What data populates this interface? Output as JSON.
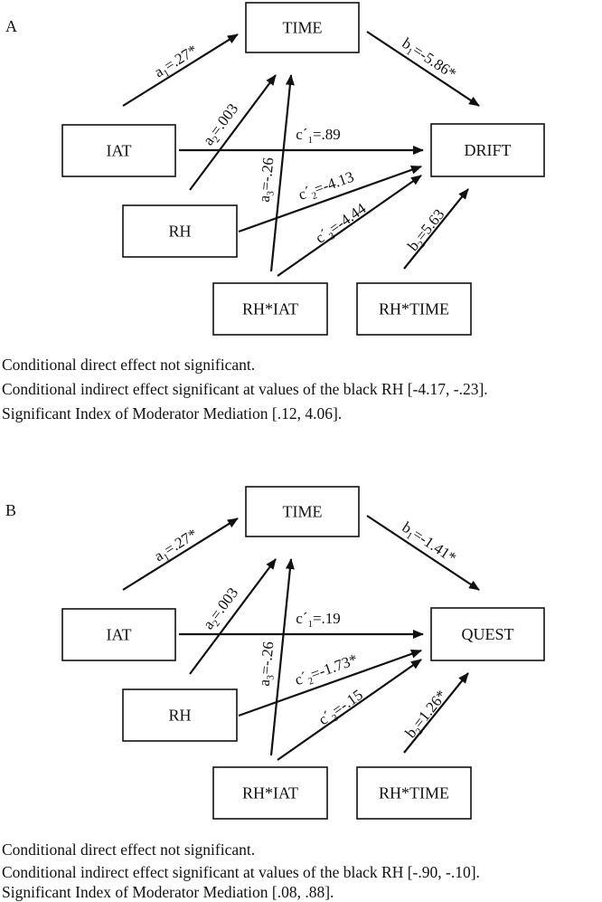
{
  "panels": [
    {
      "letter": "A",
      "nodes": {
        "time": "TIME",
        "iat": "IAT",
        "outcome": "DRIFT",
        "rh": "RH",
        "rh_iat": "RH*IAT",
        "rh_time": "RH*TIME"
      },
      "paths": {
        "a1": {
          "base": "a",
          "sub": "1",
          "value": "=.27*"
        },
        "a2": {
          "base": "a",
          "sub": "2",
          "value": "=.003"
        },
        "a3": {
          "base": "a",
          "sub": "3",
          "value": "=-.26"
        },
        "b1": {
          "base": "b",
          "sub": "1",
          "value": "=-5.86*"
        },
        "b2": {
          "base": "b",
          "sub": "2",
          "value": "=5.63"
        },
        "c1": {
          "base": "c´",
          "sub": "1",
          "value": "=.89"
        },
        "c2": {
          "base": "c´",
          "sub": "2",
          "value": "=-4.13"
        },
        "c3": {
          "base": "c´",
          "sub": "3",
          "value": "=-4.44"
        }
      },
      "notes": [
        "Conditional direct effect not significant.",
        "Conditional indirect effect significant at values of the black RH [-4.17, -.23].",
        "Significant Index of Moderator Mediation [.12, 4.06]."
      ]
    },
    {
      "letter": "B",
      "nodes": {
        "time": "TIME",
        "iat": "IAT",
        "outcome": "QUEST",
        "rh": "RH",
        "rh_iat": "RH*IAT",
        "rh_time": "RH*TIME"
      },
      "paths": {
        "a1": {
          "base": "a",
          "sub": "1",
          "value": "=.27*"
        },
        "a2": {
          "base": "a",
          "sub": "2",
          "value": "=.003"
        },
        "a3": {
          "base": "a",
          "sub": "3",
          "value": "=-.26"
        },
        "b1": {
          "base": "b",
          "sub": "1",
          "value": "=-1.41*"
        },
        "b2": {
          "base": "b",
          "sub": "2",
          "value": "=1.26*"
        },
        "c1": {
          "base": "c´",
          "sub": "1",
          "value": "=.19"
        },
        "c2": {
          "base": "c´",
          "sub": "2",
          "value": "=-1.73*"
        },
        "c3": {
          "base": "c´",
          "sub": "3",
          "value": "=-.15"
        }
      },
      "notes": [
        "Conditional direct effect not significant.",
        "Conditional indirect effect significant at values of the black RH [-.90, -.10].",
        "Significant Index of Moderator Mediation [.08, .88]."
      ]
    }
  ]
}
